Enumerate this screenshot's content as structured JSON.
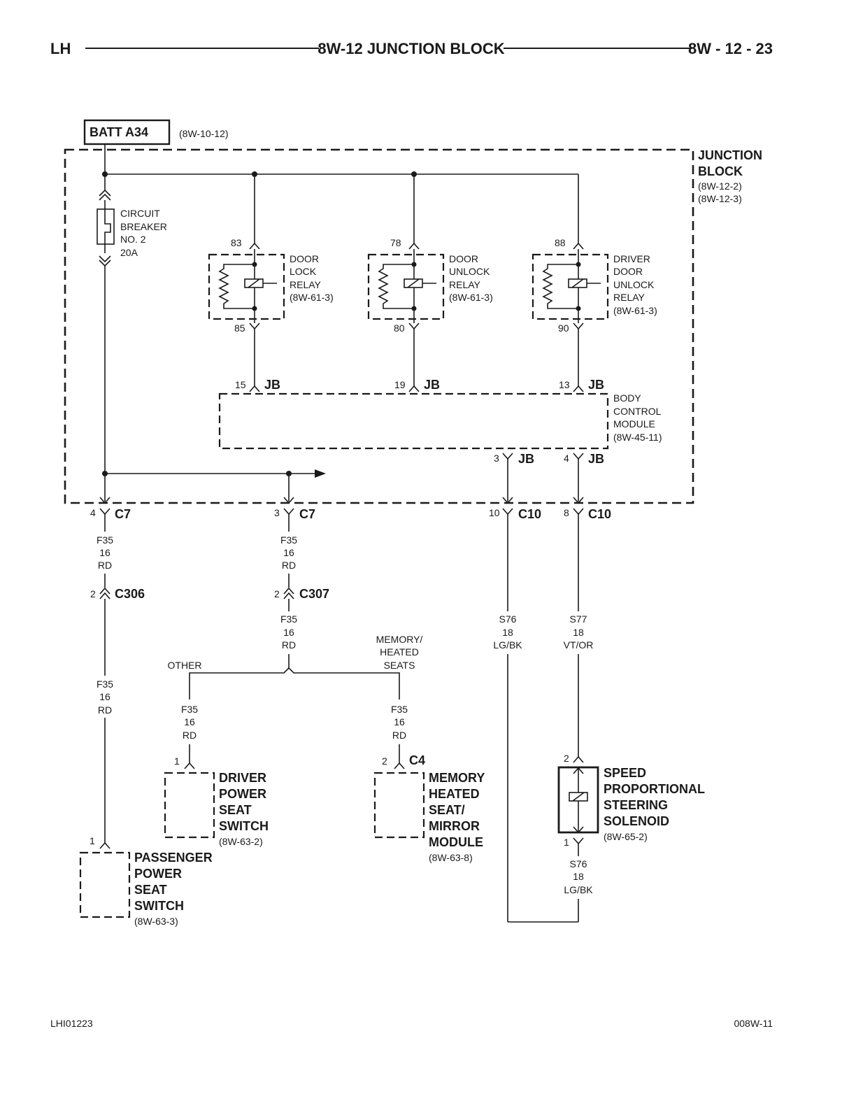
{
  "header": {
    "left": "LH",
    "title": "8W-12 JUNCTION BLOCK",
    "page": "8W - 12 - 23"
  },
  "footer": {
    "left": "LHI01223",
    "right": "008W-11"
  },
  "batt": {
    "label": "BATT A34",
    "ref": "(8W-10-12)"
  },
  "junction_block": {
    "lines": [
      "JUNCTION",
      "BLOCK"
    ],
    "refs": [
      "(8W-12-2)",
      "(8W-12-3)"
    ]
  },
  "circuit_breaker": {
    "lines": [
      "CIRCUIT",
      "BREAKER",
      "NO. 2",
      "20A"
    ]
  },
  "relays": [
    {
      "top_pin": "83",
      "bottom_pin": "85",
      "lines": [
        "DOOR",
        "LOCK",
        "RELAY",
        "(8W-61-3)"
      ]
    },
    {
      "top_pin": "78",
      "bottom_pin": "80",
      "lines": [
        "DOOR",
        "UNLOCK",
        "RELAY",
        "(8W-61-3)"
      ]
    },
    {
      "top_pin": "88",
      "bottom_pin": "90",
      "lines": [
        "DRIVER",
        "DOOR",
        "UNLOCK",
        "RELAY",
        "(8W-61-3)"
      ]
    }
  ],
  "bcm": {
    "lines": [
      "BODY",
      "CONTROL",
      "MODULE",
      "(8W-45-11)"
    ],
    "inputs": [
      {
        "pin": "15",
        "conn": "JB"
      },
      {
        "pin": "19",
        "conn": "JB"
      },
      {
        "pin": "13",
        "conn": "JB"
      }
    ],
    "outputs": [
      {
        "pin": "3",
        "conn": "JB"
      },
      {
        "pin": "4",
        "conn": "JB"
      }
    ]
  },
  "jb_connectors": [
    {
      "pin": "4",
      "conn": "C7"
    },
    {
      "pin": "3",
      "conn": "C7"
    },
    {
      "pin": "10",
      "conn": "C10"
    },
    {
      "pin": "8",
      "conn": "C10"
    }
  ],
  "inline_connectors": [
    {
      "pin": "2",
      "conn": "C306"
    },
    {
      "pin": "2",
      "conn": "C307"
    }
  ],
  "wires": {
    "f35_a": [
      "F35",
      "16",
      "RD"
    ],
    "f35_b": [
      "F35",
      "16",
      "RD"
    ],
    "f35_c": [
      "F35",
      "16",
      "RD"
    ],
    "f35_d": [
      "F35",
      "16",
      "RD"
    ],
    "f35_e": [
      "F35",
      "16",
      "RD"
    ],
    "f35_f": [
      "F35",
      "16",
      "RD"
    ],
    "s76_a": [
      "S76",
      "18",
      "LG/BK"
    ],
    "s77": [
      "S77",
      "18",
      "VT/OR"
    ],
    "s76_b": [
      "S76",
      "18",
      "LG/BK"
    ]
  },
  "split": {
    "other": "OTHER",
    "memory": [
      "MEMORY/",
      "HEATED",
      "SEATS"
    ]
  },
  "components": {
    "driver_seat": {
      "pin": "1",
      "lines": [
        "DRIVER",
        "POWER",
        "SEAT",
        "SWITCH"
      ],
      "ref": "(8W-63-2)"
    },
    "memory_module": {
      "pin": "2",
      "conn": "C4",
      "lines": [
        "MEMORY",
        "HEATED",
        "SEAT/",
        "MIRROR",
        "MODULE"
      ],
      "ref": "(8W-63-8)"
    },
    "passenger_seat": {
      "pin": "1",
      "lines": [
        "PASSENGER",
        "POWER",
        "SEAT",
        "SWITCH"
      ],
      "ref": "(8W-63-3)"
    },
    "solenoid": {
      "pin_top": "2",
      "pin_bottom": "1",
      "lines": [
        "SPEED",
        "PROPORTIONAL",
        "STEERING",
        "SOLENOID"
      ],
      "ref": "(8W-65-2)"
    }
  }
}
